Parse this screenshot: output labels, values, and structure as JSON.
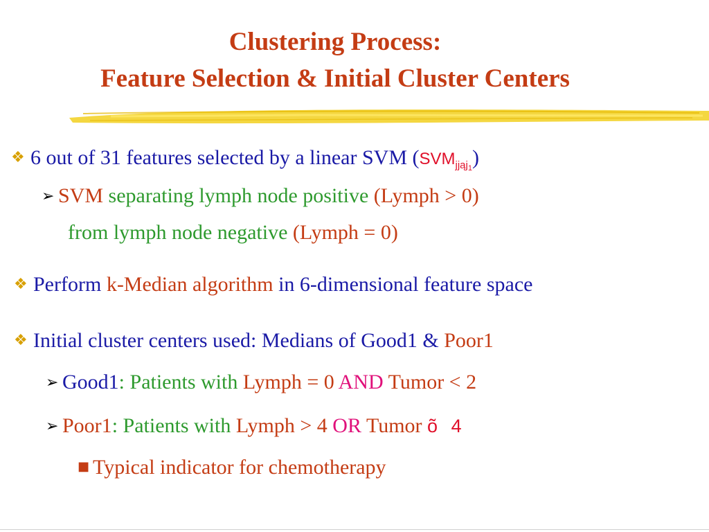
{
  "title": {
    "line1": "Clustering Process:",
    "line2": "Feature Selection & Initial Cluster Centers"
  },
  "bullets": {
    "features": {
      "text": "6 out of 31 features selected  by a linear SVM (",
      "formula_main": "SVM",
      "formula_sub": "jjąj",
      "formula_subsub": "1",
      "close": ")"
    },
    "svm_sep": {
      "w1": "SVM",
      "w2": " separating lymph node positive ",
      "w3": "(Lymph > 0)"
    },
    "svm_sep_cont": {
      "w1": "from lymph node negative ",
      "w2": "(Lymph = 0)"
    },
    "kmedian": {
      "w1": "Perform ",
      "w2": "k-Median algorithm",
      "w3": " in 6-dimensional feature space"
    },
    "initial": {
      "w1": "Initial cluster centers used: Medians of ",
      "w2": "Good1",
      "w3": " & ",
      "w4": "Poor1"
    },
    "good1": {
      "w1": "Good1",
      "w2": ": Patients with ",
      "w3": "Lymph = 0 ",
      "w4": "AND",
      "w5": " Tumor < 2"
    },
    "poor1": {
      "w1": "Poor1",
      "w2": ": Patients with ",
      "w3": "Lymph > 4 ",
      "w4": "OR",
      "w5": " Tumor ",
      "symbol": "õ 4"
    },
    "typical": {
      "text": "Typical indicator for chemotherapy"
    }
  },
  "icons": {
    "diamond_bullet": "diamond-bullet-icon",
    "arrow_bullet": "arrow-bullet-icon",
    "square_bullet": "square-bullet-icon"
  },
  "colors": {
    "title": "#c43c14",
    "blue_text": "#1a1aa6",
    "green_text": "#2e9a2e",
    "red_text": "#c43c14",
    "magenta_text": "#e0107a",
    "brush_stroke": "#f2d020"
  }
}
